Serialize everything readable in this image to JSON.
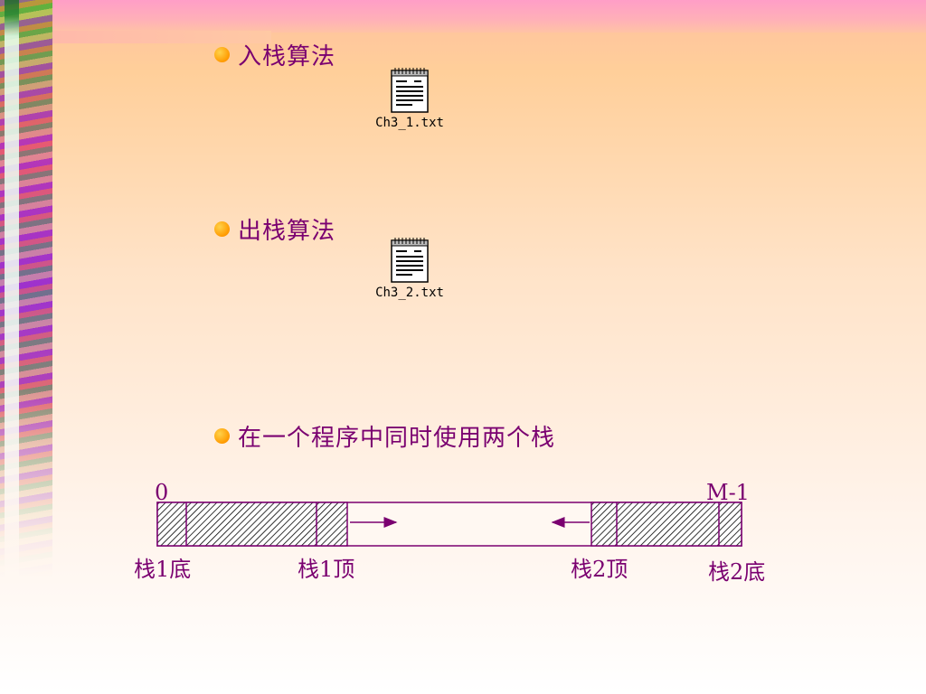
{
  "slide": {
    "bullets": [
      {
        "text": "入栈算法"
      },
      {
        "text": "出栈算法"
      },
      {
        "text": "在一个程序中同时使用两个栈"
      }
    ],
    "files": [
      {
        "label": "Ch3_1.txt",
        "icon": "text-document-icon"
      },
      {
        "label": "Ch3_2.txt",
        "icon": "text-document-icon"
      }
    ],
    "colors": {
      "text": "#7a0070",
      "bullet": "#ff9a00"
    }
  },
  "diagram": {
    "index_start": "0",
    "index_end": "M-1",
    "stack1_bottom": "栈1底",
    "stack1_top": "栈1顶",
    "stack2_top": "栈2顶",
    "stack2_bottom": "栈2底"
  }
}
